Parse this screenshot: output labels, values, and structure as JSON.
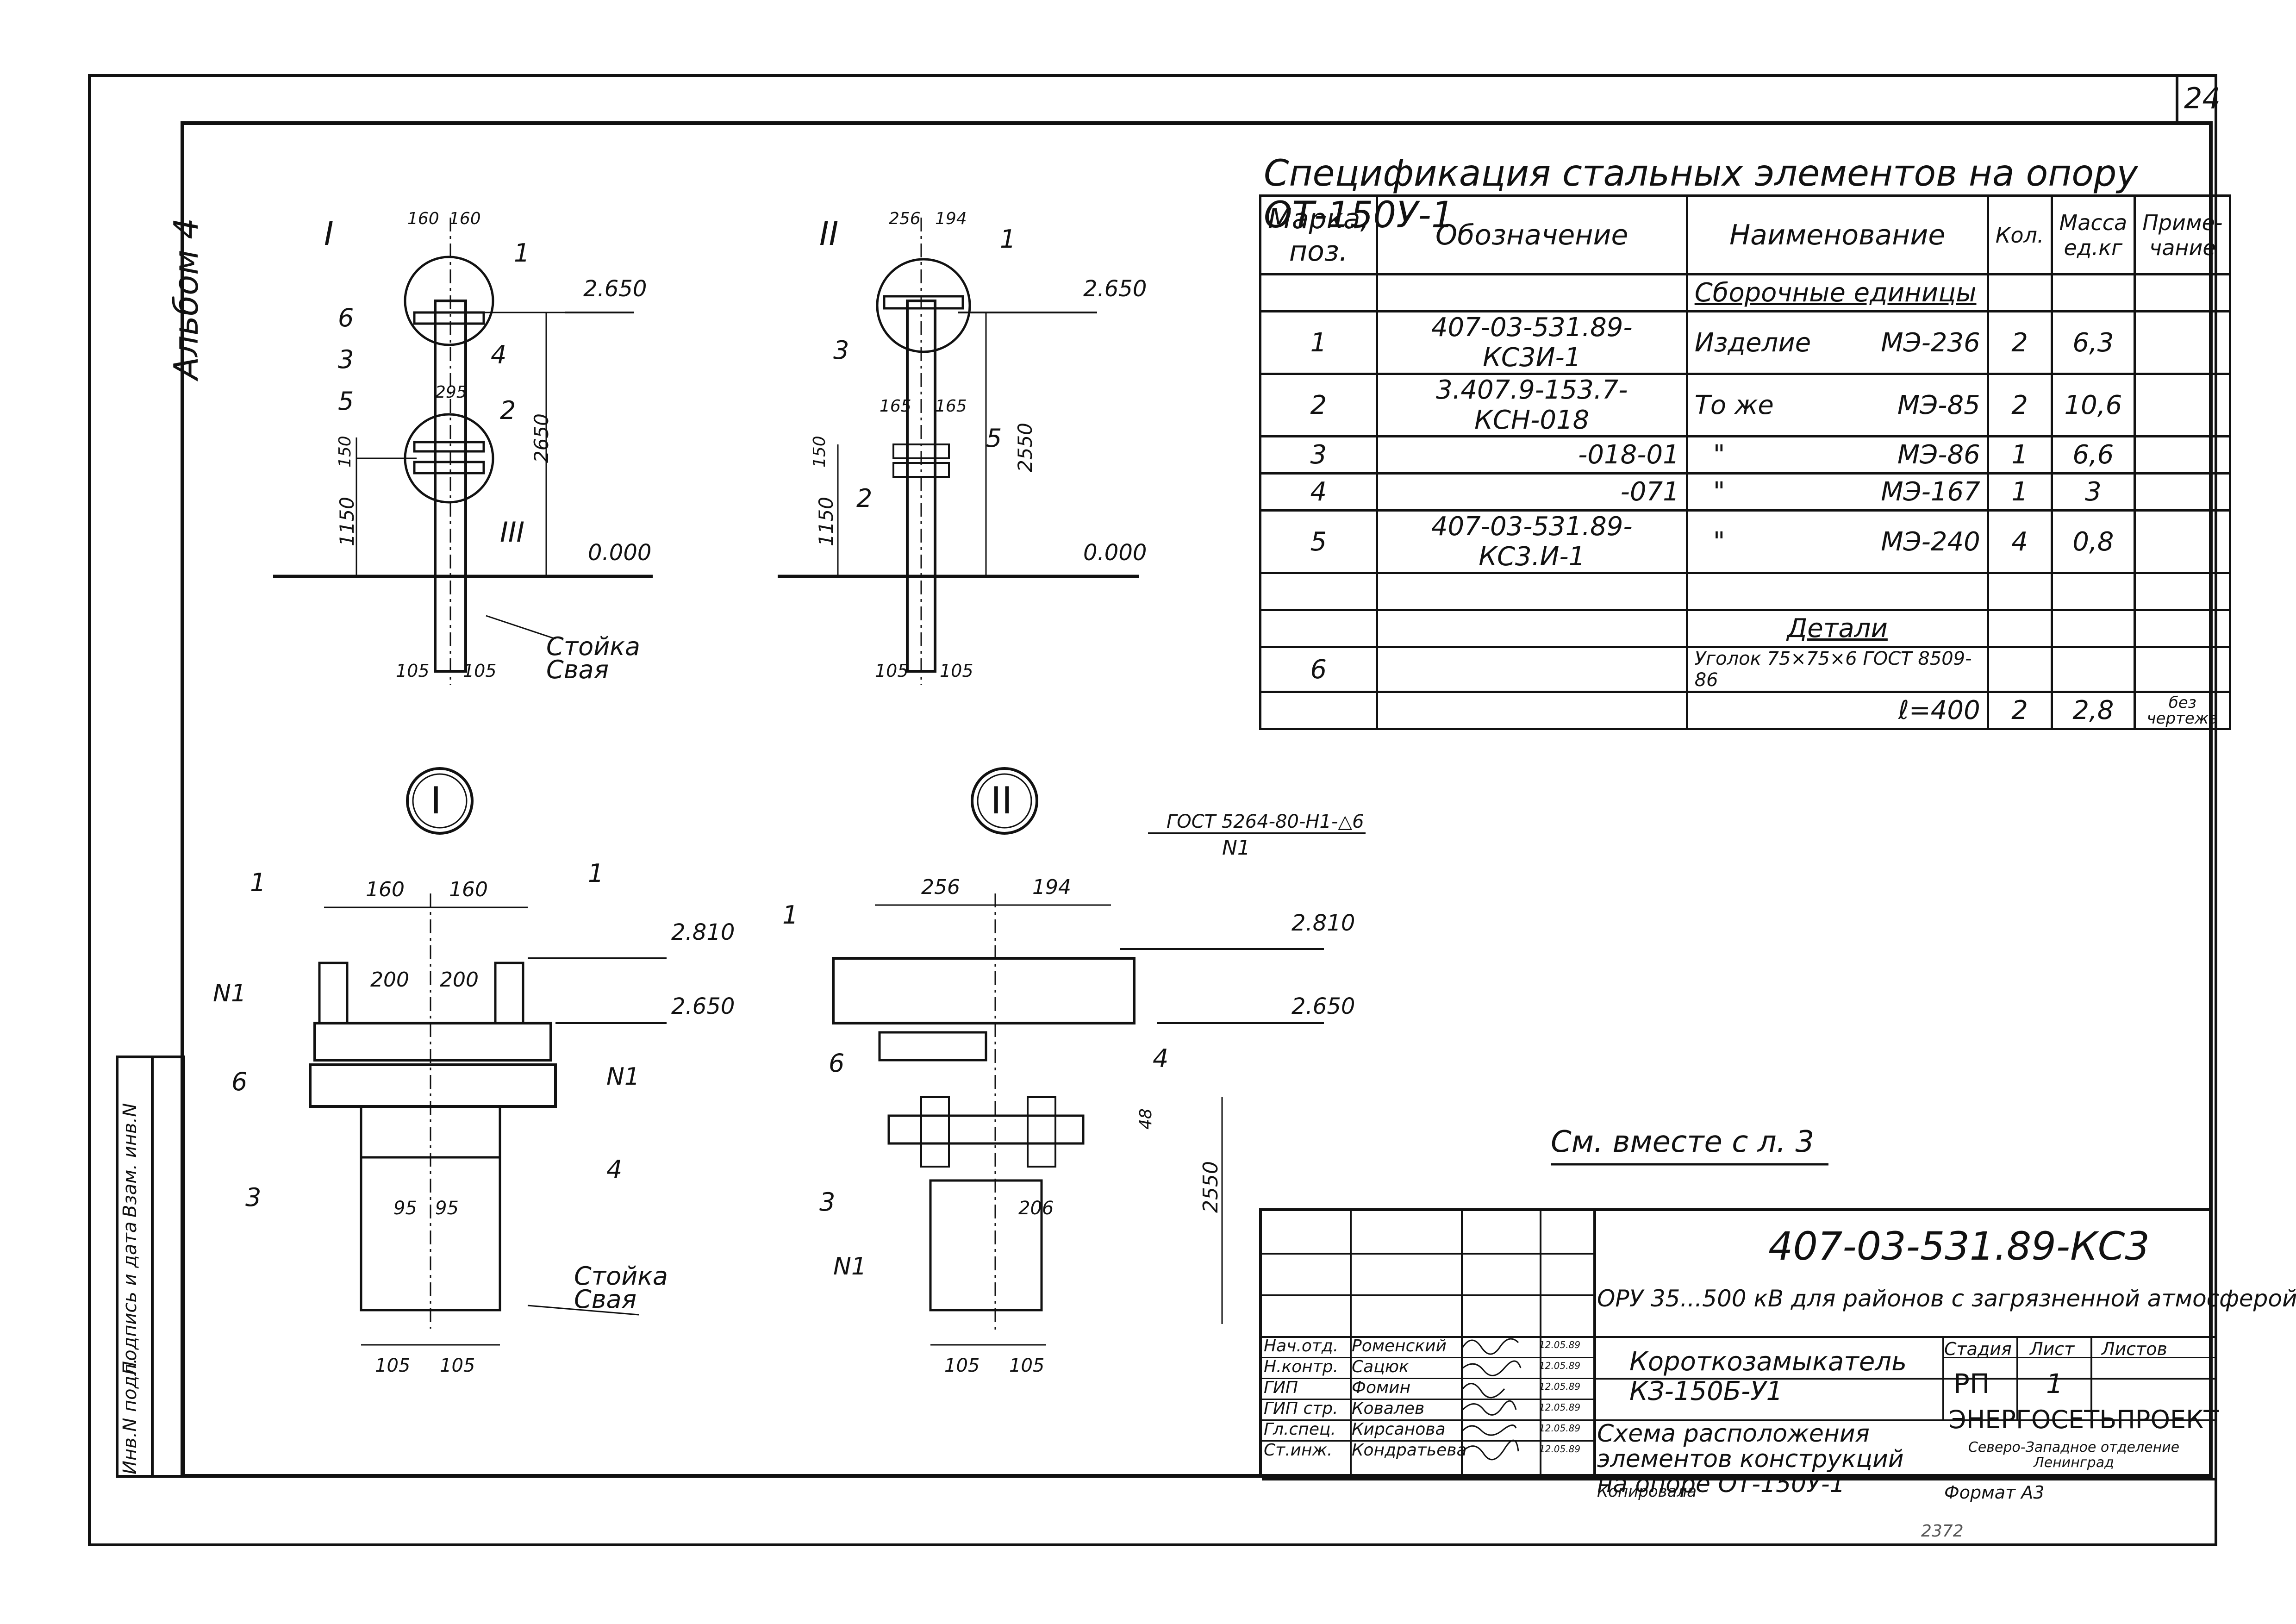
{
  "sheet": {
    "number": "24",
    "album": "Альбом 4",
    "see_also": "См. вместе с л. 3",
    "copy_label": "Копировала",
    "format_label": "Формат А3",
    "bottom_note": "2372"
  },
  "left_strip": {
    "inv_podl": "Инв.N подл.",
    "signature_date": "Подпись и дата",
    "vzam_inv": "Взам. инв.N"
  },
  "spec": {
    "title": "Спецификация стальных элементов на опору ОТ-150У-1",
    "headers": [
      "Марка, поз.",
      "Обозначение",
      "Наименование",
      "Кол.",
      "Масса ед.кг",
      "Приме-чание"
    ],
    "section_assembly": "Сборочные единицы",
    "section_details": "Детали",
    "rows": [
      {
        "pos": "1",
        "code": "407-03-531.89-КС3И-1",
        "name_a": "Изделие",
        "name_b": "МЭ-236",
        "qty": "2",
        "mass": "6,3",
        "note": ""
      },
      {
        "pos": "2",
        "code": "3.407.9-153.7-КСН-018",
        "name_a": "То же",
        "name_b": "МЭ-85",
        "qty": "2",
        "mass": "10,6",
        "note": ""
      },
      {
        "pos": "3",
        "code": "-018-01",
        "name_a": "\"",
        "name_b": "МЭ-86",
        "qty": "1",
        "mass": "6,6",
        "note": ""
      },
      {
        "pos": "4",
        "code": "-071",
        "name_a": "\"",
        "name_b": "МЭ-167",
        "qty": "1",
        "mass": "3",
        "note": ""
      },
      {
        "pos": "5",
        "code": "407-03-531.89-КС3.И-1",
        "name_a": "\"",
        "name_b": "МЭ-240",
        "qty": "4",
        "mass": "0,8",
        "note": ""
      }
    ],
    "detail_pos": "6",
    "detail_name": "Уголок 75×75×6 ГОСТ 8509-86",
    "detail_length": "ℓ=400",
    "detail_qty": "2",
    "detail_mass": "2,8",
    "detail_note": "без чертежа"
  },
  "drawing_labels": {
    "view1_mark": "I",
    "view2_mark": "II",
    "view3_mark": "III",
    "elev_2650": "2.650",
    "elev_2810": "2.810",
    "elev_0000": "0.000",
    "dim_160": "160",
    "dim_256": "256",
    "dim_194": "194",
    "dim_200": "200",
    "dim_295": "295",
    "dim_165": "165",
    "dim_150": "150",
    "dim_1150": "1150",
    "dim_2650": "2650",
    "dim_2550": "2550",
    "dim_105": "105",
    "dim_95": "95",
    "dim_206": "206",
    "dim_48": "48",
    "stoyka": "Стойка",
    "svaya": "Свая",
    "weld": "ГОСТ 5264-80-Н1-△6",
    "weld_n1": "N1",
    "n1": "N1",
    "p1": "1",
    "p2": "2",
    "p3": "3",
    "p4": "4",
    "p5": "5",
    "p6": "6"
  },
  "title_block": {
    "code": "407-03-531.89-КС3",
    "project": "ОРУ 35...500 кВ для районов с загрязненной атмосферой",
    "item_title": "Короткозамыкатель КЗ-150Б-У1",
    "sheet_title": "Схема расположения элементов конструкций на опоре ОТ-150У-1",
    "stage_label": "Стадия",
    "sheet_label": "Лист",
    "sheets_label": "Листов",
    "stage": "РП",
    "sheet_no": "1",
    "org": "ЭНЕРГОСЕТЬПРОЕКТ",
    "org_sub": "Северо-Западное отделение Ленинград",
    "staff": [
      {
        "role": "Нач.отд.",
        "name": "Роменский",
        "date": "12.05.89"
      },
      {
        "role": "Н.контр.",
        "name": "Сацюк",
        "date": "12.05.89"
      },
      {
        "role": "ГИП",
        "name": "Фомин",
        "date": "12.05.89"
      },
      {
        "role": "ГИП стр.",
        "name": "Ковалев",
        "date": "12.05.89"
      },
      {
        "role": "Гл.спец.",
        "name": "Кирсанова",
        "date": "12.05.89"
      },
      {
        "role": "Ст.инж.",
        "name": "Кондратьева",
        "date": "12.05.89"
      }
    ]
  }
}
